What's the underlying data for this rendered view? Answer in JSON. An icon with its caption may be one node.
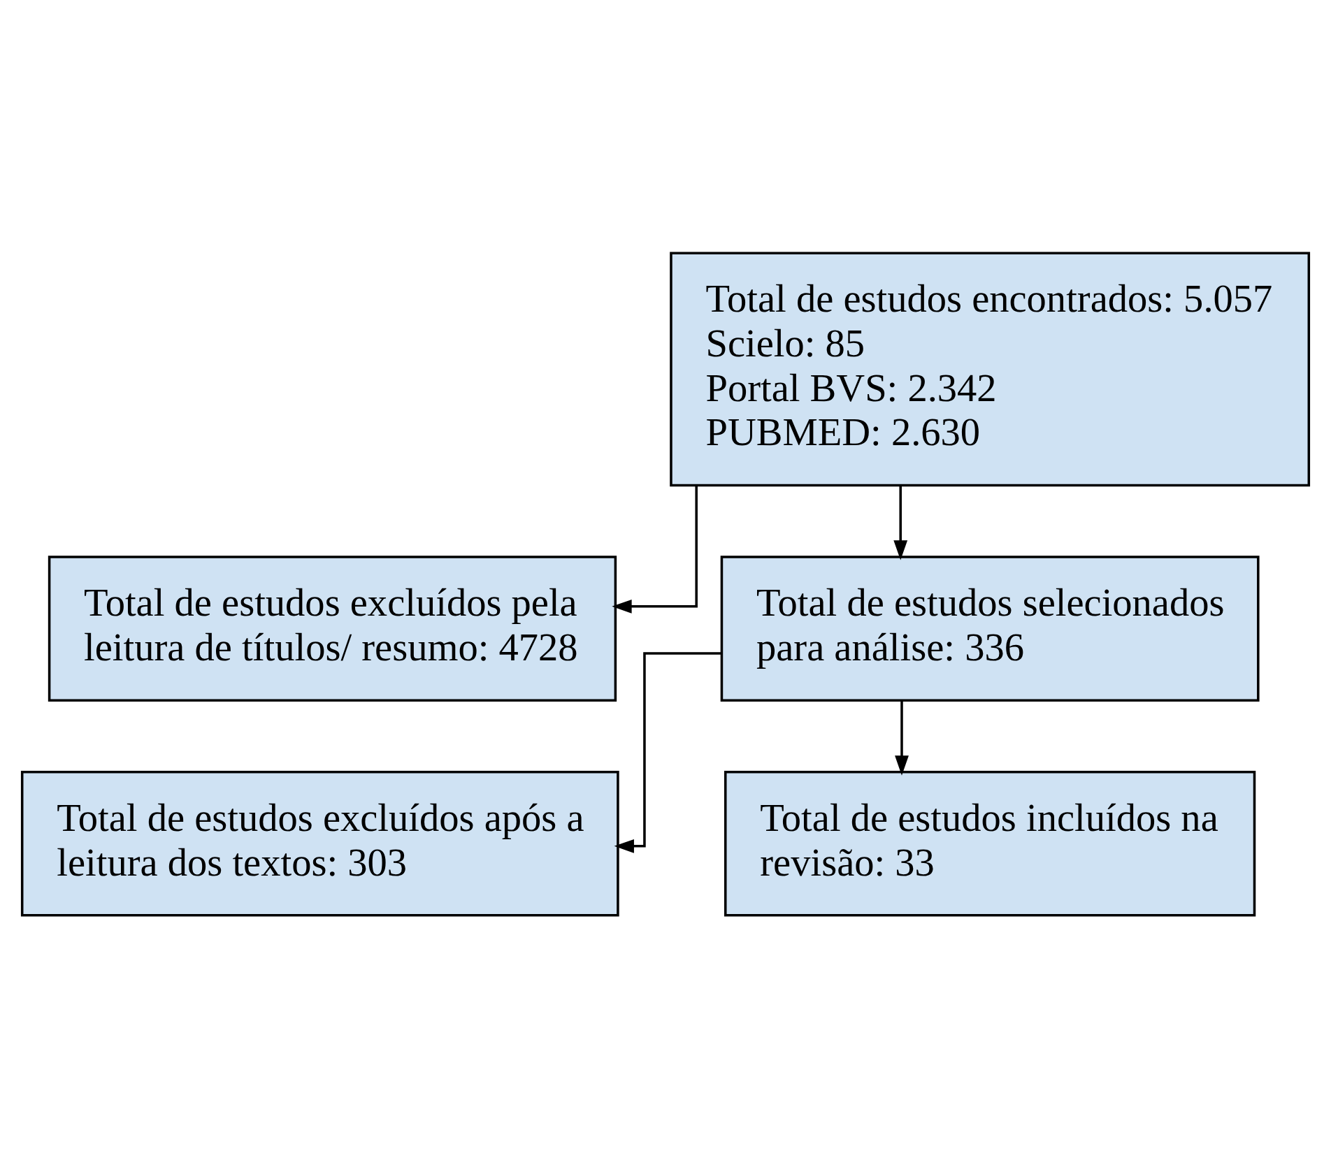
{
  "diagram": {
    "nodes": [
      {
        "text": [
          "Total de estudos encontrados: 5.057 Scielo: 85 Portal BVS: 2.342 PUBMED: 2.630"
        ]
      },
      {
        "text": [
          "Total de estudos excluídos pela leitura de títulos/ resumo: 4728"
        ]
      },
      {
        "text": [
          "Total de estudos selecionados para análise: 336"
        ]
      },
      {
        "text": [
          "Total de estudos excluídos após a leitura dos textos: 303"
        ]
      },
      {
        "text": [
          "Total de estudos incluídos na revisão: 33"
        ]
      }
    ],
    "edges": [
      {
        "from": 0,
        "to": 1,
        "arrow": "to"
      },
      {
        "from": 0,
        "to": 2,
        "arrow": "to"
      },
      {
        "from": 2,
        "to": 3,
        "arrow": "to"
      },
      {
        "from": 2,
        "to": 4,
        "arrow": "to"
      }
    ]
  }
}
